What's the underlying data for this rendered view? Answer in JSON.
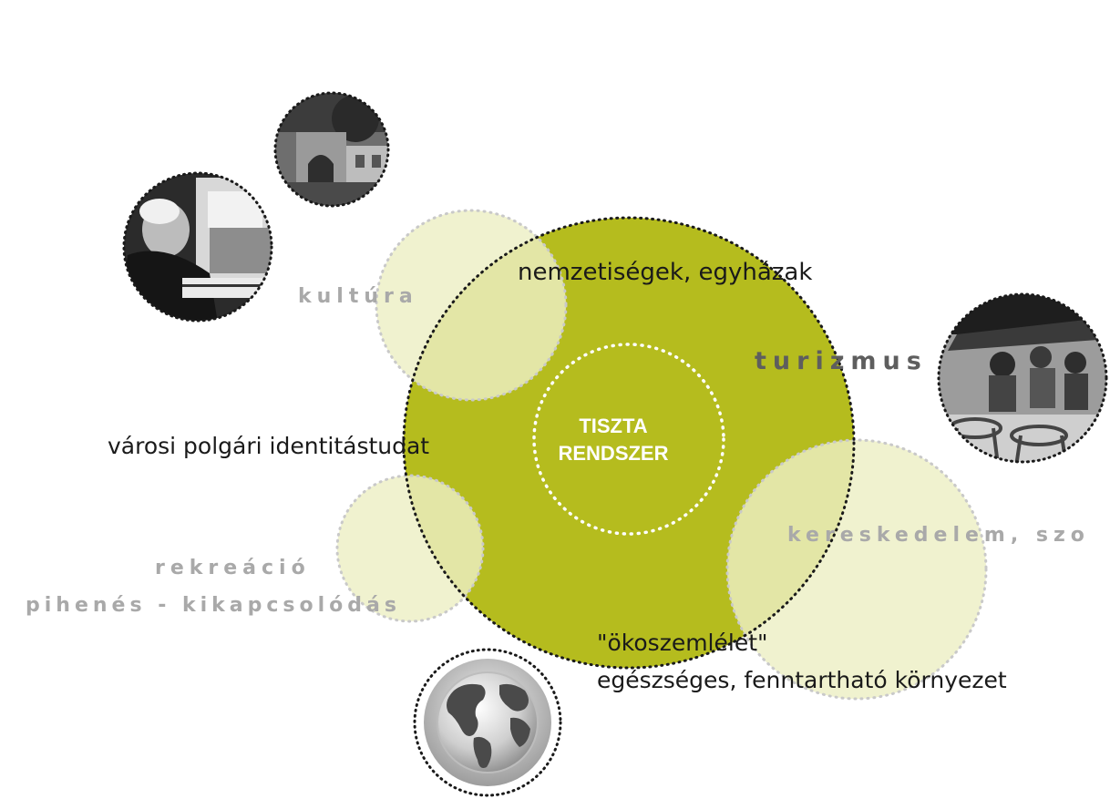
{
  "center": {
    "line1": "TISZTA",
    "line2": "RENDSZER"
  },
  "labels": {
    "nationalities": "nemzetiségek, egyházak",
    "civic_identity": "városi polgári identitástudat",
    "eco": "\"ökoszemlélet\"",
    "environment": "egészséges, fenntartható környezet",
    "culture": "kultúra",
    "tourism": "turizmus",
    "trade": "kereskedelem, szo",
    "recreation": "rekreáció",
    "relaxation": "pihenés - kikapcsolódás"
  },
  "photos": [
    {
      "name": "church-ruin-photo",
      "subject": "old church building"
    },
    {
      "name": "pianist-photo",
      "subject": "man playing piano"
    },
    {
      "name": "cafe-terrace-photo",
      "subject": "people at cafe terrace"
    },
    {
      "name": "globe-icon",
      "subject": "world globe"
    }
  ],
  "colors": {
    "main_circle": "#b5bc1e",
    "satellite_circle": "#edefc5",
    "gray_text": "#a9a9a9",
    "dark_text": "#1a1a1a"
  }
}
